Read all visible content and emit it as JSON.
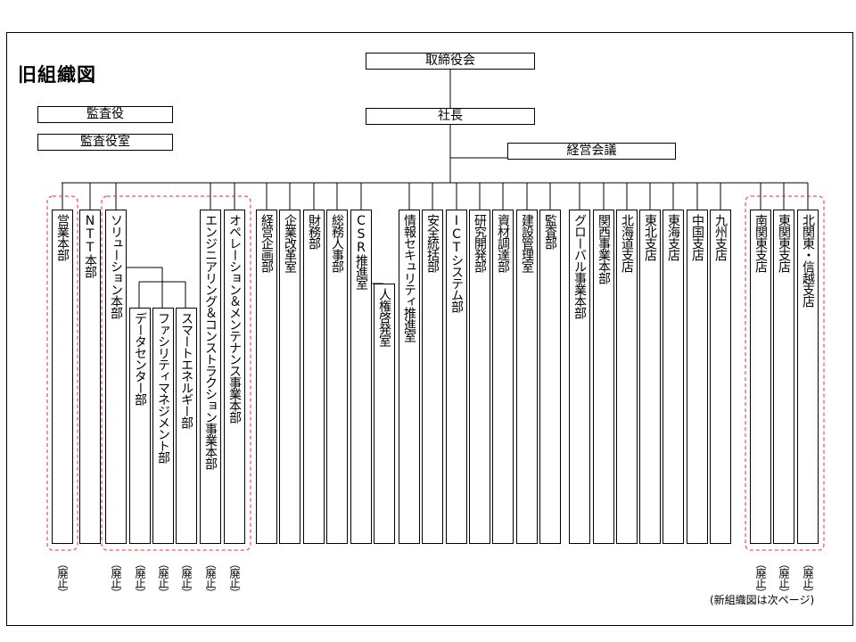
{
  "title": "旧組織図",
  "board": "取締役会",
  "president": "社長",
  "management_council": "経営会議",
  "auditors": "監査役",
  "auditors_office": "監査役室",
  "columns": [
    {
      "id": "c1",
      "label": "営業本部",
      "abolished": true
    },
    {
      "id": "c2",
      "label": "NTT本部",
      "abolished": false
    },
    {
      "id": "c3",
      "label": "ソリューション本部",
      "abolished": true
    },
    {
      "id": "c4",
      "label": "データセンター部",
      "abolished": true
    },
    {
      "id": "c5",
      "label": "ファシリティマネジメント部",
      "abolished": true
    },
    {
      "id": "c6",
      "label": "スマートエネルギー部",
      "abolished": true
    },
    {
      "id": "c7",
      "label": "エンジニアリング＆コンストラクション事業本部",
      "abolished": true
    },
    {
      "id": "c8",
      "label": "オペレーション＆メンテナンス事業本部",
      "abolished": true
    },
    {
      "id": "c9",
      "label": "経営企画部",
      "abolished": false
    },
    {
      "id": "c10",
      "label": "企業改革室",
      "abolished": false
    },
    {
      "id": "c11",
      "label": "財務部",
      "abolished": false
    },
    {
      "id": "c12",
      "label": "総務人事部",
      "abolished": false
    },
    {
      "id": "c13",
      "label": "CSR推進室",
      "abolished": false
    },
    {
      "id": "c14",
      "label": "人権啓発室",
      "abolished": false
    },
    {
      "id": "c15",
      "label": "情報セキュリティ推進室",
      "abolished": false
    },
    {
      "id": "c16",
      "label": "安全統括部",
      "abolished": false
    },
    {
      "id": "c17",
      "label": "ICTシステム部",
      "abolished": false
    },
    {
      "id": "c18",
      "label": "研究開発部",
      "abolished": false
    },
    {
      "id": "c19",
      "label": "資材調達部",
      "abolished": false
    },
    {
      "id": "c20",
      "label": "建設管理室",
      "abolished": false
    },
    {
      "id": "c21",
      "label": "監査部",
      "abolished": false
    },
    {
      "id": "c22",
      "label": "グローバル事業本部",
      "abolished": false
    },
    {
      "id": "c23",
      "label": "関西事業本部",
      "abolished": false
    },
    {
      "id": "c24",
      "label": "北海道支店",
      "abolished": false
    },
    {
      "id": "c25",
      "label": "東北支店",
      "abolished": false
    },
    {
      "id": "c26",
      "label": "東海支店",
      "abolished": false
    },
    {
      "id": "c27",
      "label": "中国支店",
      "abolished": false
    },
    {
      "id": "c28",
      "label": "九州支店",
      "abolished": false
    },
    {
      "id": "c29",
      "label": "南関東支店",
      "abolished": true
    },
    {
      "id": "c30",
      "label": "東関東支店",
      "abolished": true
    },
    {
      "id": "c31",
      "label": "北関東・信越支店",
      "abolished": true
    }
  ],
  "abolished_label": "廃止",
  "note": "(新組織図は次ページ)",
  "colors": {
    "line": "#000000",
    "dashed_group": "#e03030"
  }
}
